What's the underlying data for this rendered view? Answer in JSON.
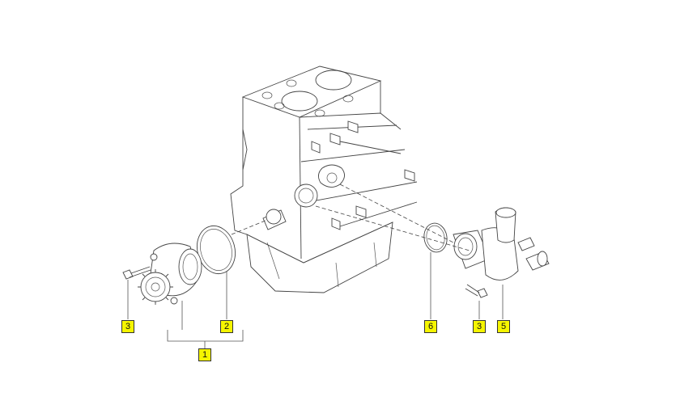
{
  "callouts": [
    {
      "id": "c1",
      "label": "1"
    },
    {
      "id": "c2",
      "label": "2"
    },
    {
      "id": "c3a",
      "label": "3"
    },
    {
      "id": "c3b",
      "label": "3"
    },
    {
      "id": "c5",
      "label": "5"
    },
    {
      "id": "c6",
      "label": "6"
    }
  ],
  "colors": {
    "callout_fill": "#f5f500",
    "line": "#444444"
  }
}
